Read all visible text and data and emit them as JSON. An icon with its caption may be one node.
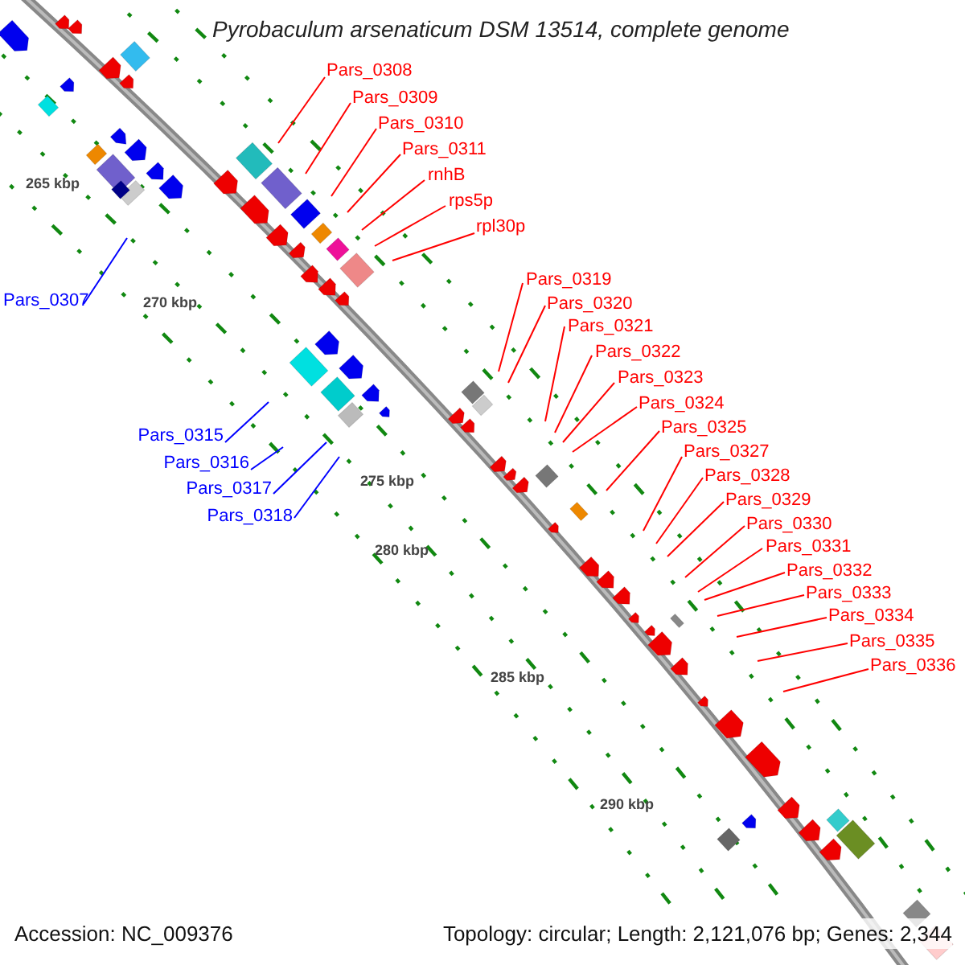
{
  "diagram": {
    "title": "Pyrobaculum arsenaticum DSM 13514, complete genome",
    "nodes": [
      {
        "text": [
          "Pars_0308"
        ]
      },
      {
        "text": [
          "Pars_0309"
        ]
      },
      {
        "text": [
          "Pars_0310"
        ]
      },
      {
        "text": [
          "Pars_0311"
        ]
      },
      {
        "text": [
          "rnhB"
        ]
      },
      {
        "text": [
          "rps5p"
        ]
      },
      {
        "text": [
          "rpl30p"
        ]
      },
      {
        "text": [
          "Pars_0307"
        ]
      },
      {
        "text": [
          "Pars_0315"
        ]
      },
      {
        "text": [
          "Pars_0316"
        ]
      },
      {
        "text": [
          "Pars_0317"
        ]
      },
      {
        "text": [
          "Pars_0318"
        ]
      },
      {
        "text": [
          "Pars_0319"
        ]
      },
      {
        "text": [
          "Pars_0320"
        ]
      },
      {
        "text": [
          "Pars_0321"
        ]
      },
      {
        "text": [
          "Pars_0322"
        ]
      },
      {
        "text": [
          "Pars_0323"
        ]
      },
      {
        "text": [
          "Pars_0324"
        ]
      },
      {
        "text": [
          "Pars_0325"
        ]
      },
      {
        "text": [
          "Pars_0327"
        ]
      },
      {
        "text": [
          "Pars_0328"
        ]
      },
      {
        "text": [
          "Pars_0329"
        ]
      },
      {
        "text": [
          "Pars_0330"
        ]
      },
      {
        "text": [
          "Pars_0331"
        ]
      },
      {
        "text": [
          "Pars_0332"
        ]
      },
      {
        "text": [
          "Pars_0333"
        ]
      },
      {
        "text": [
          "Pars_0334"
        ]
      },
      {
        "text": [
          "Pars_0335"
        ]
      },
      {
        "text": [
          "Pars_0336"
        ]
      }
    ],
    "edges": [
      {
        "from": 0,
        "to": null,
        "arrow": "none"
      },
      {
        "from": 1,
        "to": null,
        "arrow": "none"
      },
      {
        "from": 2,
        "to": null,
        "arrow": "none"
      },
      {
        "from": 3,
        "to": null,
        "arrow": "none"
      },
      {
        "from": 4,
        "to": null,
        "arrow": "none"
      },
      {
        "from": 5,
        "to": null,
        "arrow": "none"
      },
      {
        "from": 6,
        "to": null,
        "arrow": "none"
      },
      {
        "from": 7,
        "to": null,
        "arrow": "none",
        "color": "#0000ff"
      },
      {
        "from": 8,
        "to": null,
        "arrow": "none",
        "color": "#0000ff"
      },
      {
        "from": 9,
        "to": null,
        "arrow": "none",
        "color": "#0000ff"
      },
      {
        "from": 10,
        "to": null,
        "arrow": "none",
        "color": "#0000ff"
      },
      {
        "from": 11,
        "to": null,
        "arrow": "none",
        "color": "#0000ff"
      },
      {
        "from": 12,
        "to": null,
        "arrow": "none"
      },
      {
        "from": 13,
        "to": null,
        "arrow": "none"
      },
      {
        "from": 14,
        "to": null,
        "arrow": "none"
      },
      {
        "from": 15,
        "to": null,
        "arrow": "none"
      },
      {
        "from": 16,
        "to": null,
        "arrow": "none"
      },
      {
        "from": 17,
        "to": null,
        "arrow": "none"
      },
      {
        "from": 18,
        "to": null,
        "arrow": "none"
      },
      {
        "from": 19,
        "to": null,
        "arrow": "none"
      },
      {
        "from": 20,
        "to": null,
        "arrow": "none"
      },
      {
        "from": 21,
        "to": null,
        "arrow": "none"
      },
      {
        "from": 22,
        "to": null,
        "arrow": "none"
      },
      {
        "from": 23,
        "to": null,
        "arrow": "none"
      },
      {
        "from": 24,
        "to": null,
        "arrow": "none"
      },
      {
        "from": 25,
        "to": null,
        "arrow": "none"
      },
      {
        "from": 26,
        "to": null,
        "arrow": "none"
      },
      {
        "from": 27,
        "to": null,
        "arrow": "none"
      },
      {
        "from": 28,
        "to": null,
        "arrow": "none"
      }
    ],
    "labels": [
      "265 kbp",
      "270 kbp",
      "275 kbp",
      "280 kbp",
      "285 kbp",
      "290 kbp",
      "Accession: NC_009376",
      "Topology: circular; Length: 2,121,076 bp; Genes: 2,344"
    ]
  }
}
